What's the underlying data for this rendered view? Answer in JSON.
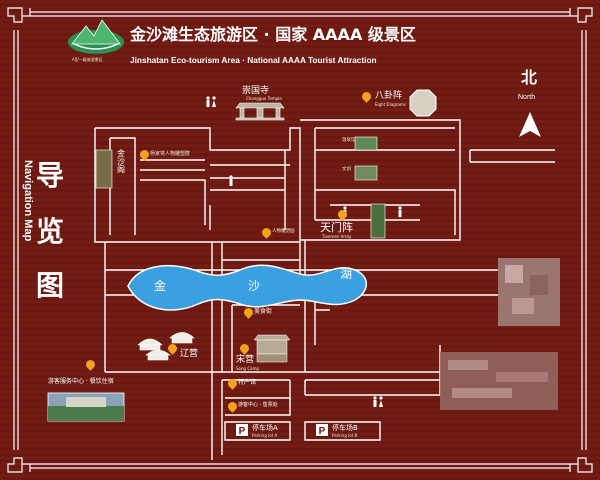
{
  "header": {
    "title_cn": "金沙滩生态旅游区 · 国家 AAAA 级景区",
    "title_en": "Jinshatan Eco-tourism Area · National AAAA Tourist Attraction",
    "logo_caption": "A型一级旅游景区"
  },
  "side_title": {
    "chars": [
      "导",
      "览",
      "图"
    ],
    "en": "Navigation Map"
  },
  "compass": {
    "label_cn": "北",
    "label_en": "North"
  },
  "lake_labels": [
    "金",
    "沙",
    "湖"
  ],
  "places": {
    "chongguo": "崇国寺",
    "chongguo_en": "Chongguo Temple",
    "bagua": "八卦阵",
    "bagua_en": "Eight Diagrams",
    "tianmen": "天门阵",
    "tianmen_en": "Tianmen Array",
    "liaoying": "辽营",
    "songying": "宋营",
    "songying_en": "Song Camp",
    "meishijie": "美食街",
    "techanguan": "特产馆",
    "visitor_center": "游客服务中心 · 餐饮住宿",
    "center2": "游客中心 · 售票处",
    "parking_a": "停车场A",
    "parking_a_en": "Parking lot A",
    "parking_b": "停车场B",
    "parking_b_en": "Parking lot B",
    "yangjia": "杨家将人物雕塑群",
    "wenquan": "温泉馆",
    "wenchuang": "文创",
    "renwu": "人物雕塑园",
    "jinsha": "金沙阁"
  },
  "colors": {
    "background": "#6e1a12",
    "lines": "#ffffff",
    "lake": "#3aa0e0",
    "pin": "#f2a319"
  }
}
